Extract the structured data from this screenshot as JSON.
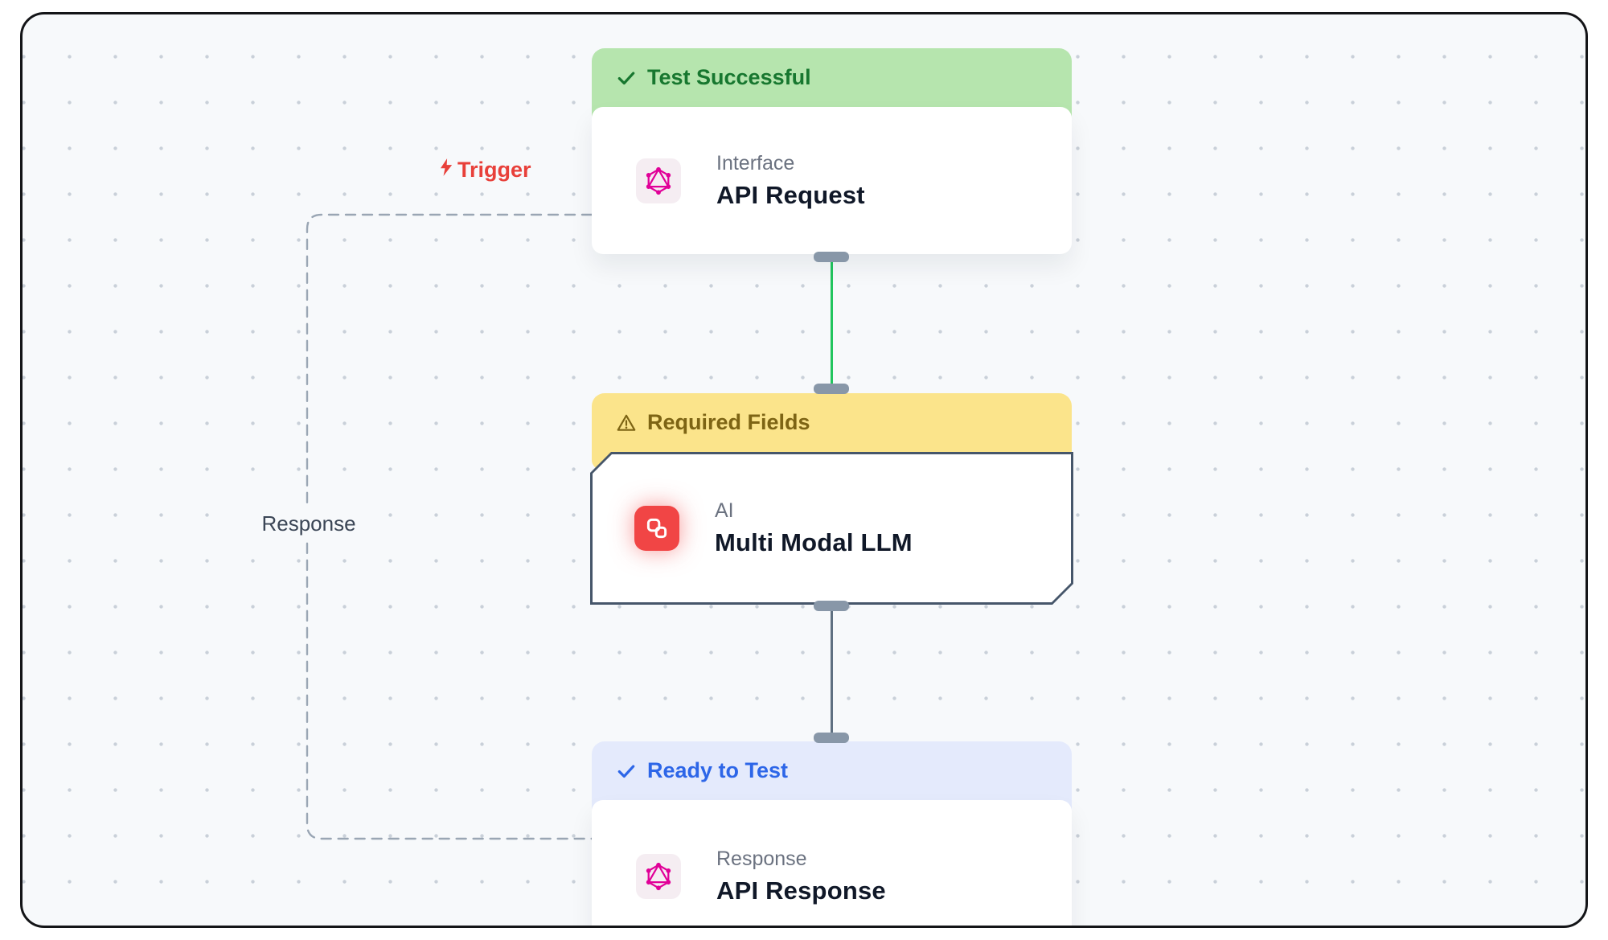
{
  "canvas": {
    "background": "#f7f9fb",
    "dot_color": "#c9d0d9",
    "border_color": "#141518"
  },
  "edge_labels": {
    "trigger": "Trigger",
    "response": "Response"
  },
  "colors": {
    "trigger_label": "#e8403a",
    "response_label": "#3b4656",
    "edge_green": "#22c55e",
    "edge_slate": "#5f7081",
    "dashed_loop": "#9aa6b4",
    "handle": "#8897a8"
  },
  "nodes": [
    {
      "status_label": "Test Successful",
      "status_icon": "check-icon",
      "banner_bg": "#b6e5ae",
      "banner_color": "#17772f",
      "type_label": "Interface",
      "title": "API Request",
      "icon": "graphql-icon"
    },
    {
      "status_label": "Required Fields",
      "status_icon": "warning-icon",
      "banner_bg": "#fbe48b",
      "banner_color": "#7d6414",
      "type_label": "AI",
      "title": "Multi Modal LLM",
      "icon": "link-icon",
      "selected": true
    },
    {
      "status_label": "Ready to Test",
      "status_icon": "check-icon",
      "banner_bg": "#e4eafc",
      "banner_color": "#2d66e8",
      "type_label": "Response",
      "title": "API Response",
      "icon": "graphql-icon"
    }
  ]
}
